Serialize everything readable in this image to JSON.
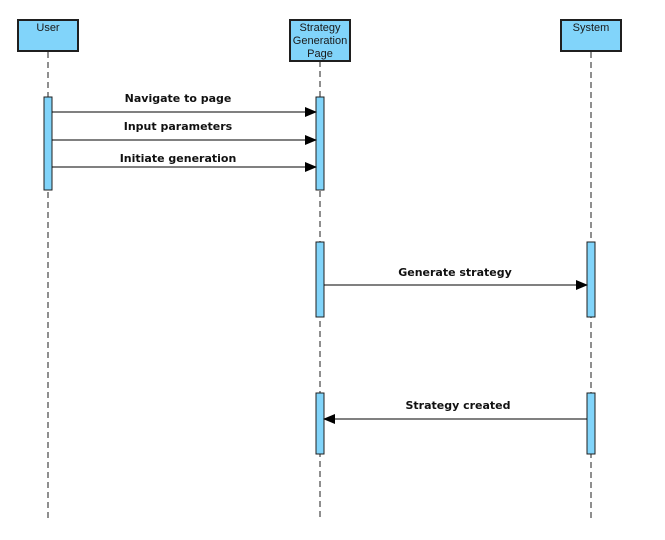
{
  "participants": [
    {
      "id": "user",
      "name": "User"
    },
    {
      "id": "page",
      "name": "Strategy\nGeneration\nPage"
    },
    {
      "id": "system",
      "name": "System"
    }
  ],
  "messages": [
    {
      "from": "user",
      "to": "page",
      "label": "Navigate to page"
    },
    {
      "from": "user",
      "to": "page",
      "label": "Input parameters"
    },
    {
      "from": "user",
      "to": "page",
      "label": "Initiate generation"
    },
    {
      "from": "page",
      "to": "system",
      "label": "Generate strategy"
    },
    {
      "from": "system",
      "to": "page",
      "label": "Strategy created"
    }
  ],
  "colors": {
    "participant_fill": "#81d4fa",
    "activation_fill": "#81d4fa",
    "stroke": "#1f1f1f"
  }
}
